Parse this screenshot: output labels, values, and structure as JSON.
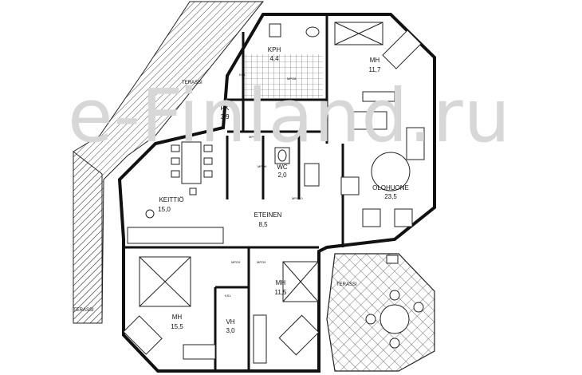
{
  "watermark": "e-Finland.ru",
  "rooms": [
    {
      "id": "kph",
      "name": "KPH",
      "area": "4.4"
    },
    {
      "id": "mh-ne",
      "name": "MH",
      "area": "11,7"
    },
    {
      "id": "pk",
      "name": "PK",
      "area": "3,9"
    },
    {
      "id": "wc",
      "name": "WC",
      "area": "2,0"
    },
    {
      "id": "keittio",
      "name": "KEITTIÖ",
      "area": "15,0"
    },
    {
      "id": "olohuone",
      "name": "OLOHUONE",
      "area": "23,5"
    },
    {
      "id": "eteinen",
      "name": "ETEINEN",
      "area": "8,5"
    },
    {
      "id": "mh-sw",
      "name": "MH",
      "area": "15,5"
    },
    {
      "id": "vh",
      "name": "VH",
      "area": "3,0"
    },
    {
      "id": "mh-s",
      "name": "MH",
      "area": "11,5"
    }
  ],
  "terraces": [
    "TERASSI",
    "TERASSI",
    "TERASSI"
  ],
  "small_labels": [
    "MPO8",
    "MPO10",
    "MPO9",
    "MPO10",
    "MPO9",
    "MPO9",
    "KS1",
    "KS1",
    "MPO8"
  ]
}
